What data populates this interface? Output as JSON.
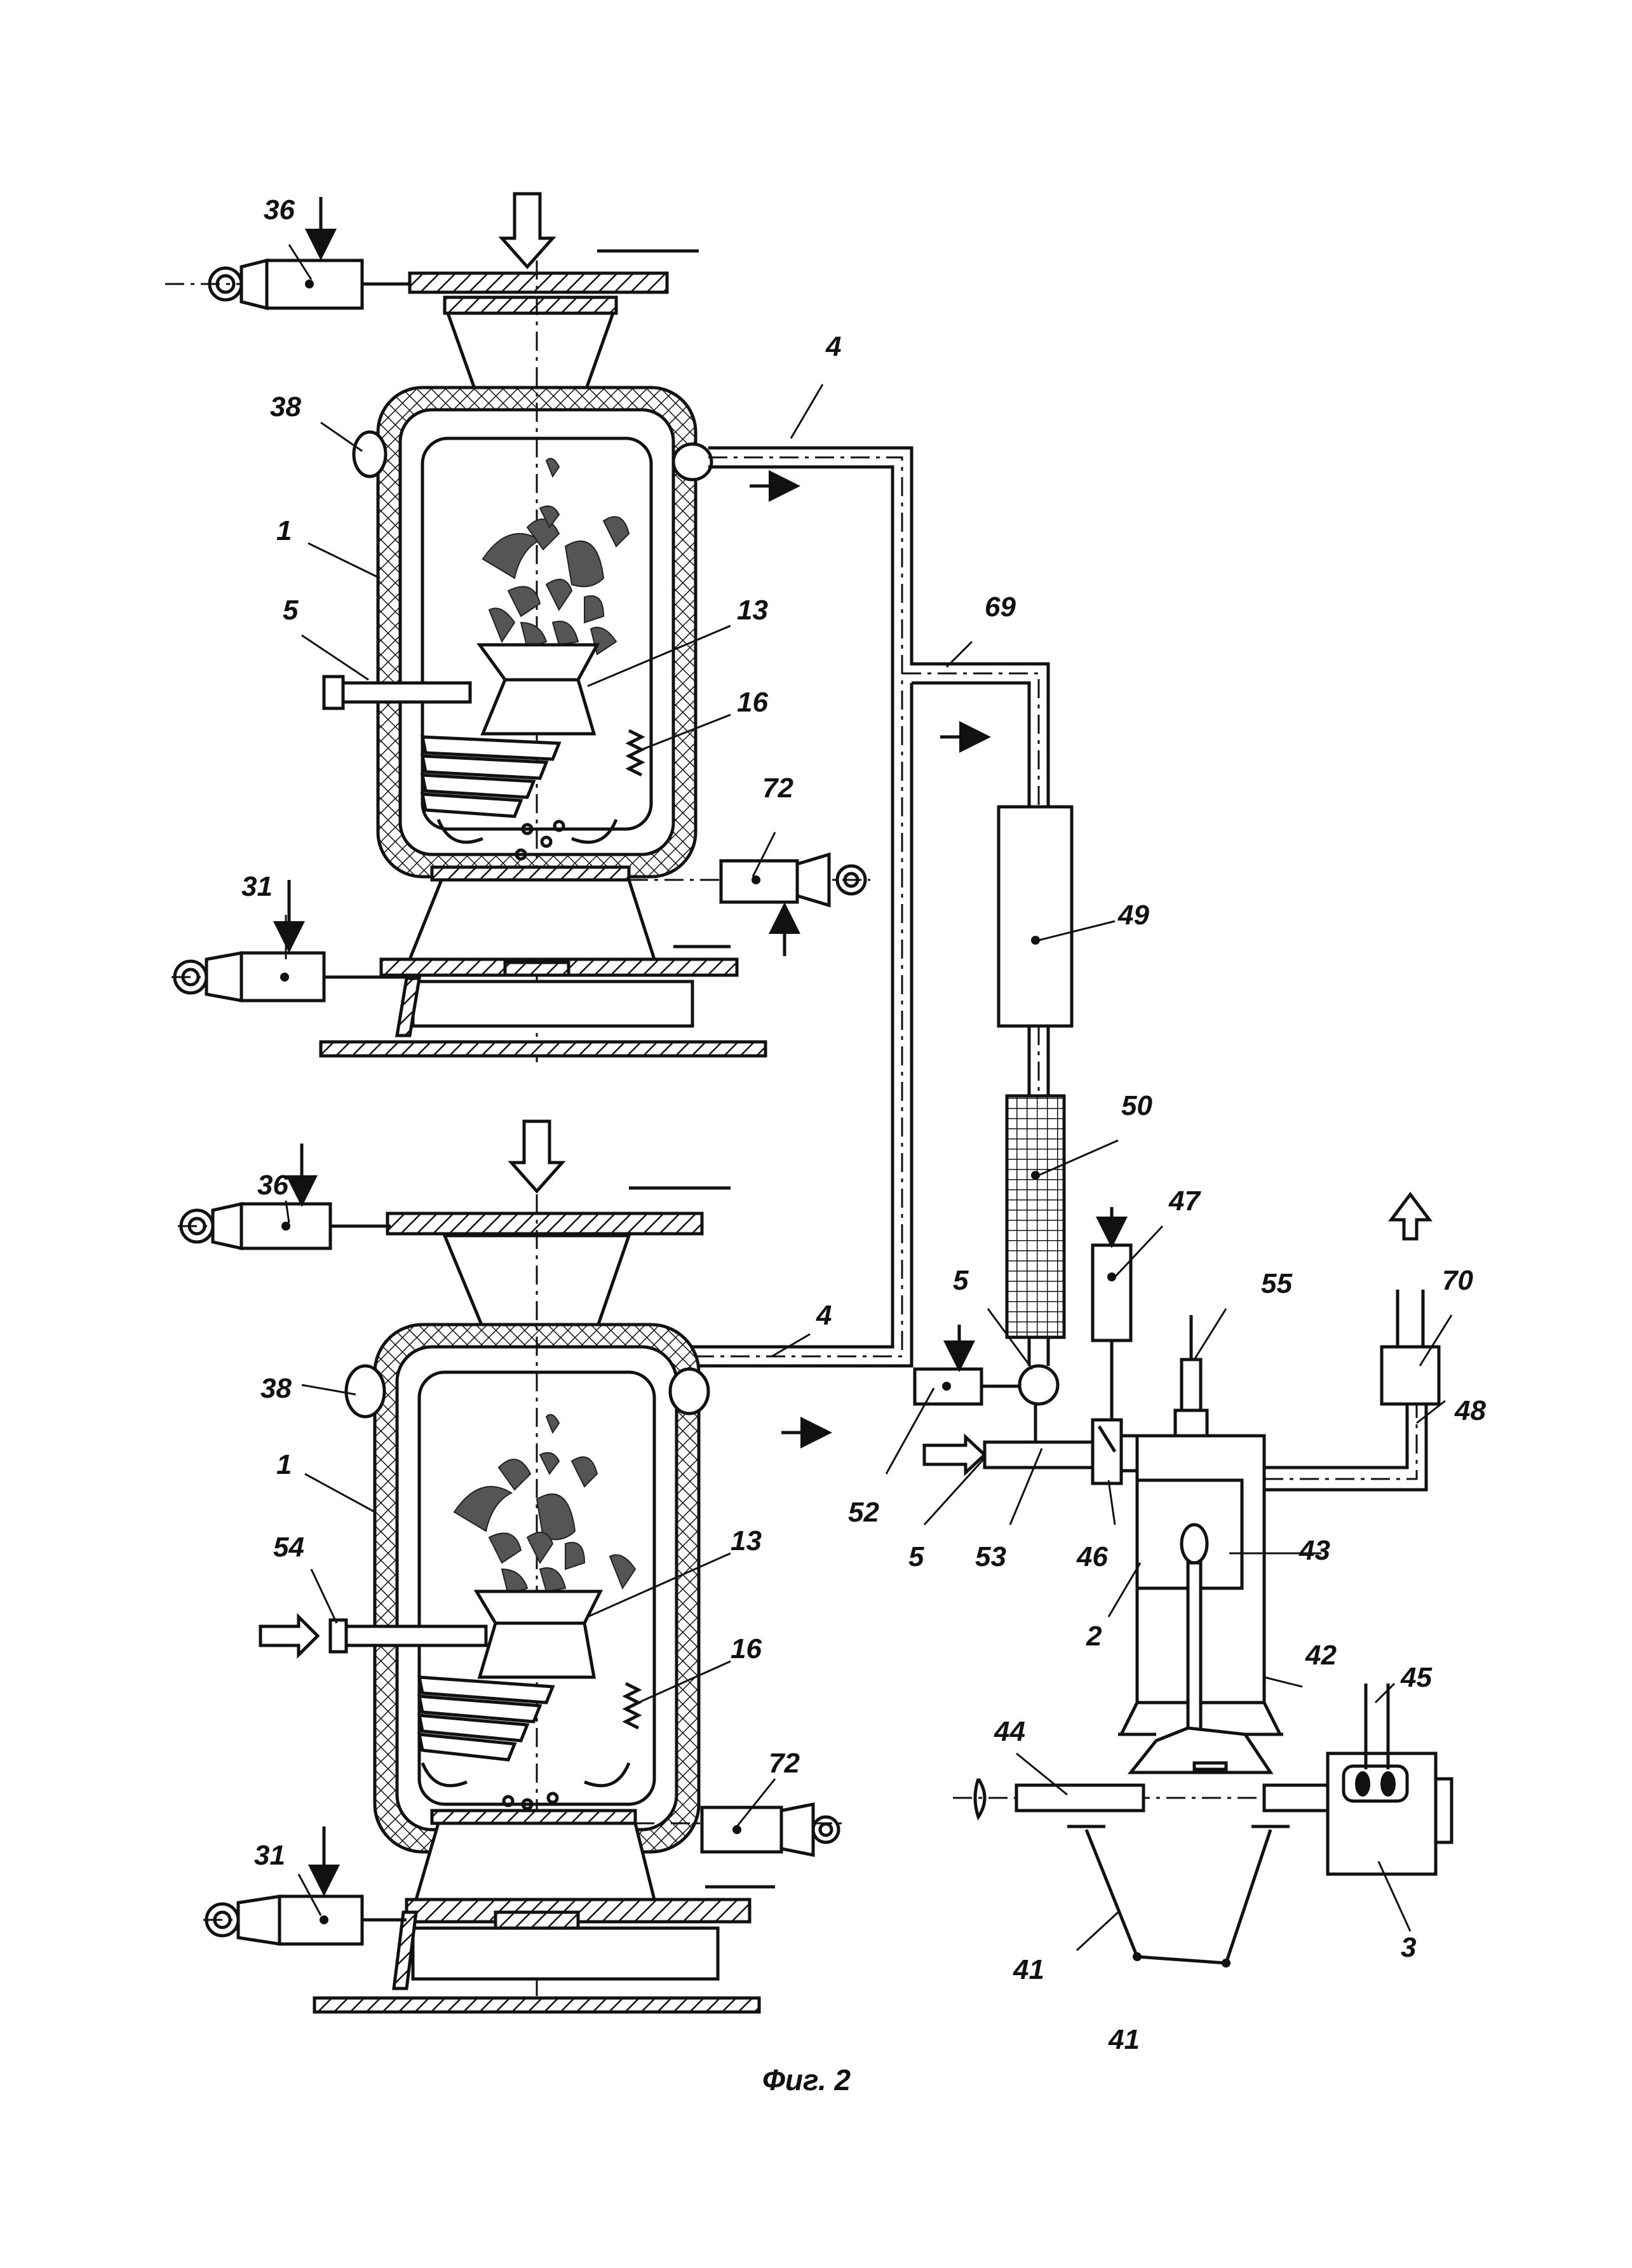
{
  "figure": {
    "caption": "Фиг. 2",
    "labels": {
      "upper_feeder_drive": "36",
      "upper_lower_drive": "31",
      "upper_side_drive": "72",
      "upper_gasket": "38",
      "upper_vessel": "1",
      "upper_inlet": "5",
      "upper_cone": "13",
      "upper_screw": "16",
      "upper_pipe": "4",
      "collector_pipe": "69",
      "filter_upper": "49",
      "filter_mesh": "50",
      "valve_drive": "47",
      "sensor": "55",
      "exhaust_unit": "70",
      "exhaust_pipe": "48",
      "mixer_node": "5",
      "mixer_drive": "52",
      "air_inlet": "5",
      "nozzle": "53",
      "throttle": "46",
      "cylinder": "43",
      "engine_block": "2",
      "engine_wall": "42",
      "generator_wires": "45",
      "crankshaft": "44",
      "generator": "3",
      "crankcase": "41",
      "crankcase_bottom": "41",
      "lower_feeder_drive": "36",
      "lower_gasket": "38",
      "lower_vessel": "1",
      "lower_inlet": "54",
      "lower_cone": "13",
      "lower_screw": "16",
      "lower_pipe": "4",
      "lower_side_drive": "72",
      "lower_bottom_drive": "31"
    }
  }
}
